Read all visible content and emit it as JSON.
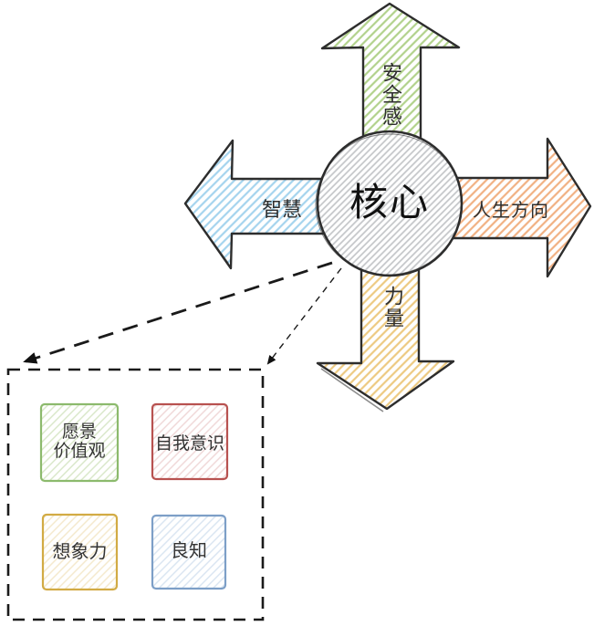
{
  "core": {
    "label": "核心"
  },
  "arrows": {
    "up": {
      "label": "安全感"
    },
    "left": {
      "label": "智慧"
    },
    "right": {
      "label": "人生方向"
    },
    "down": {
      "label": "力量"
    }
  },
  "detail_box": {
    "items": [
      {
        "label": "愿景\n价值观",
        "border": "#8cba6d",
        "hatch": "#d7e6c6"
      },
      {
        "label": "自我意识",
        "border": "#b85250",
        "hatch": "#efd6d6"
      },
      {
        "label": "想象力",
        "border": "#d2ab44",
        "hatch": "#f4e8ca"
      },
      {
        "label": "良知",
        "border": "#7d9fc7",
        "hatch": "#d8e4f1"
      }
    ]
  },
  "colors": {
    "up_hatch": "#b2d28c",
    "left_hatch": "#a5d4ee",
    "right_hatch": "#f1b183",
    "down_hatch": "#edca82",
    "core_hatch": "#c3c5c8",
    "outline": "#2d2d2d",
    "dashed": "#1a1a1a"
  }
}
